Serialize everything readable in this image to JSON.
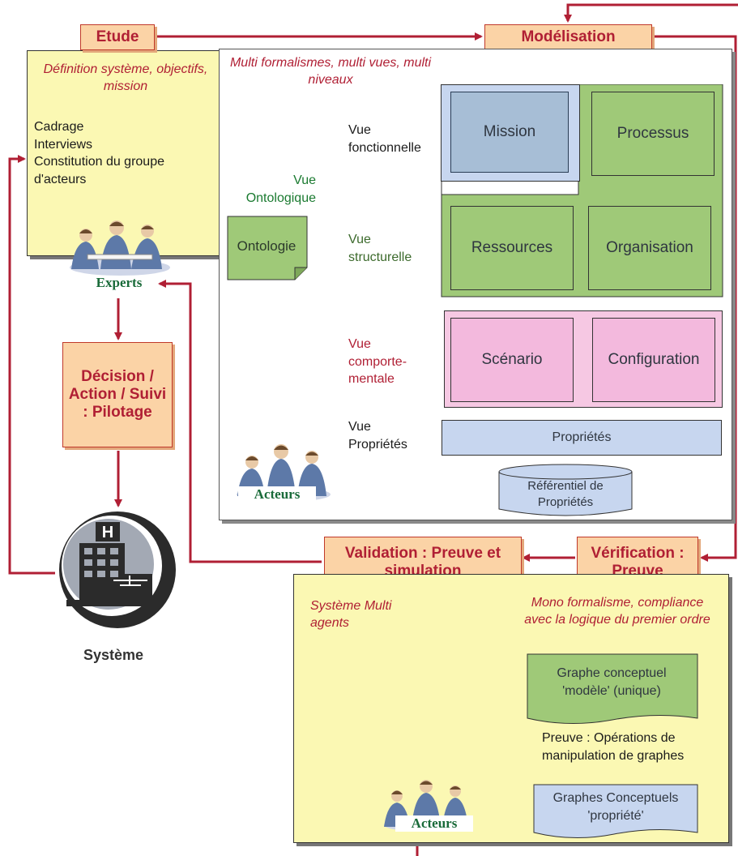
{
  "headers": {
    "etude": "Etude",
    "modelisation": "Modélisation",
    "decision": "Décision / Action / Suivi : Pilotage",
    "validation": "Validation : Preuve et simulation",
    "verification": "Vérification : Preuve"
  },
  "etude_panel": {
    "subtitle": "Définition système, objectifs, mission",
    "items": [
      "Cadrage",
      "Interviews",
      "Constitution du groupe d'acteurs"
    ],
    "experts_label": "Experts"
  },
  "model_panel": {
    "subtitle": "Multi formalismes, multi vues, multi niveaux",
    "vue_ontologique": "Vue Ontologique",
    "ontologie": "Ontologie",
    "vue_fonctionnelle": "Vue fonctionnelle",
    "vue_structurelle": "Vue structurelle",
    "vue_comportementale": "Vue comporte-mentale",
    "vue_proprietes": "Vue Propriétés",
    "mission": "Mission",
    "processus": "Processus",
    "ressources": "Ressources",
    "organisation": "Organisation",
    "scenario": "Scénario",
    "configuration": "Configuration",
    "proprietes": "Propriétés",
    "referentiel": "Référentiel de Propriétés",
    "acteurs_label": "Acteurs"
  },
  "systeme_label": "Système",
  "bottom_panel": {
    "sma_label": "Système Multi agents",
    "subtitle": "Mono formalisme, compliance avec la logique du premier ordre",
    "graphe_modele": "Graphe conceptuel 'modèle' (unique)",
    "preuve_ops": "Preuve : Opérations de manipulation de graphes",
    "graphes_propriete": "Graphes Conceptuels 'propriété'",
    "acteurs_label": "Acteurs"
  },
  "colors": {
    "arrow": "#b01f34",
    "panel_yellow": "#fbf8b3",
    "header_orange": "#fbd3a6",
    "green": "#9fc978",
    "pink": "#f6c8e3",
    "blue": "#c7d6ef",
    "mission_blue": "#a7bed6"
  }
}
